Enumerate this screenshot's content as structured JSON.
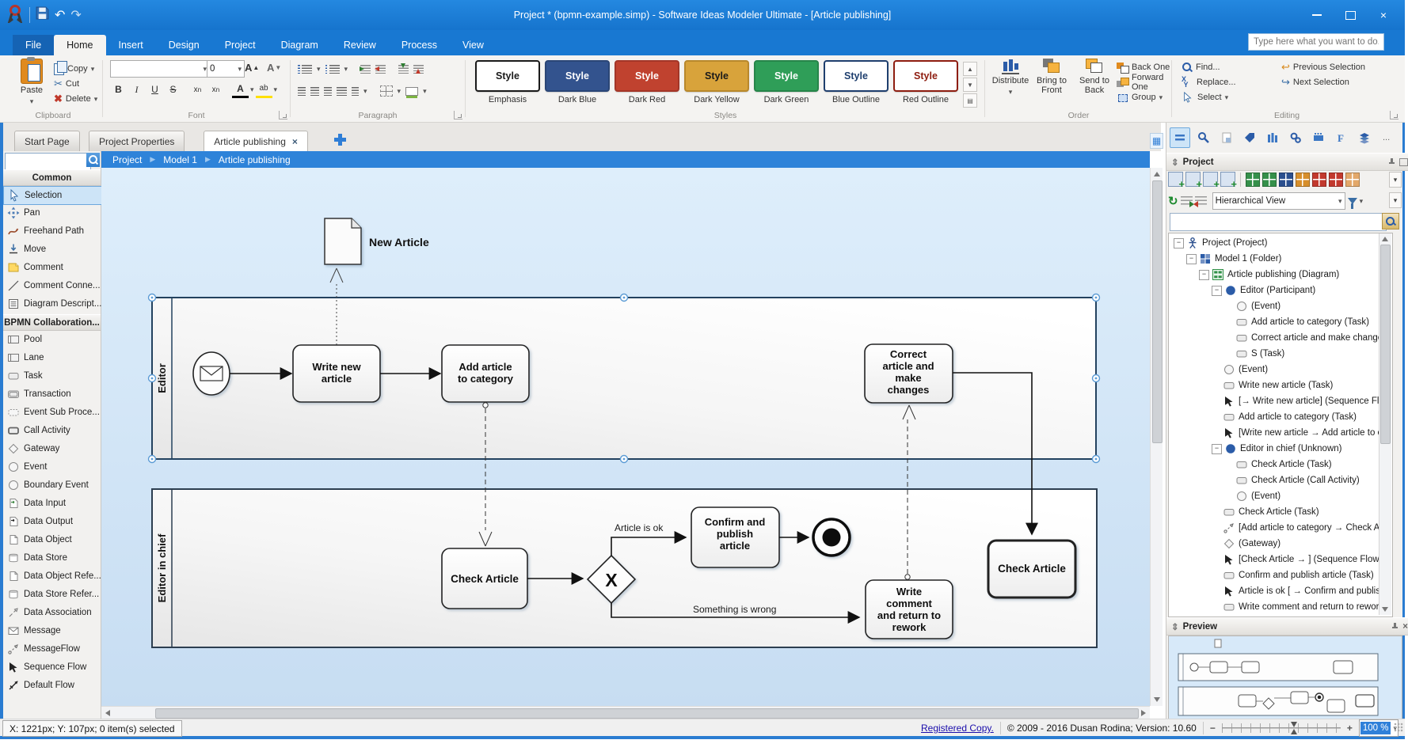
{
  "window": {
    "title": "Project * (bpmn-example.simp)  - Software Ideas Modeler Ultimate - [Article publishing]"
  },
  "menu": {
    "items": [
      "File",
      "Home",
      "Insert",
      "Design",
      "Project",
      "Diagram",
      "Review",
      "Process",
      "View"
    ],
    "active": "Home",
    "search_placeholder": "Type here what you want to do..."
  },
  "ribbon": {
    "clipboard": {
      "label": "Clipboard",
      "paste": "Paste",
      "copy": "Copy",
      "cut": "Cut",
      "delete": "Delete"
    },
    "font": {
      "label": "Font",
      "font_value": "",
      "size_value": "0",
      "bold": "B",
      "italic": "I",
      "underline": "U",
      "strike": "S",
      "subscript": "Xn",
      "superscript": "Xn",
      "font_color": "A",
      "grow": "A",
      "shrink": "A"
    },
    "paragraph": {
      "label": "Paragraph"
    },
    "styles": {
      "label": "Styles",
      "button_text": "Style",
      "items": [
        {
          "name": "Emphasis",
          "bg": "#ffffff",
          "border": "#1a1a1a",
          "color": "#1a1a1a"
        },
        {
          "name": "Dark Blue",
          "bg": "#33538e",
          "border": "#2b4676",
          "color": "#ffffff"
        },
        {
          "name": "Dark Red",
          "bg": "#c0422f",
          "border": "#a33628",
          "color": "#ffffff"
        },
        {
          "name": "Dark Yellow",
          "bg": "#d8a33b",
          "border": "#b8882c",
          "color": "#1a1a1a"
        },
        {
          "name": "Dark Green",
          "bg": "#2f9e58",
          "border": "#27854a",
          "color": "#ffffff"
        },
        {
          "name": "Blue Outline",
          "bg": "#ffffff",
          "border": "#1f3f6e",
          "color": "#1f3f6e"
        },
        {
          "name": "Red Outline",
          "bg": "#ffffff",
          "border": "#8e1d10",
          "color": "#8e1d10"
        }
      ]
    },
    "order": {
      "label": "Order",
      "distribute": "Distribute",
      "bring_to_front": "Bring to Front",
      "send_to_back": "Send to Back",
      "back_one": "Back One",
      "forward_one": "Forward One",
      "group": "Group"
    },
    "editing": {
      "label": "Editing",
      "find": "Find...",
      "replace": "Replace...",
      "select": "Select",
      "previous": "Previous Selection",
      "next": "Next Selection"
    }
  },
  "tabs": {
    "items": [
      "Start Page",
      "Project Properties",
      "Article publishing"
    ],
    "active": "Article publishing"
  },
  "breadcrumb": [
    "Project",
    "Model 1",
    "Article publishing"
  ],
  "toolbox": {
    "sections": [
      {
        "title": "Common",
        "items": [
          {
            "icon": "cursor",
            "label": "Selection",
            "selected": true
          },
          {
            "icon": "pan",
            "label": "Pan"
          },
          {
            "icon": "freehand",
            "label": "Freehand Path"
          },
          {
            "icon": "move",
            "label": "Move"
          },
          {
            "icon": "comment",
            "label": "Comment"
          },
          {
            "icon": "line",
            "label": "Comment Conne..."
          },
          {
            "icon": "doc-lines",
            "label": "Diagram Descript..."
          }
        ]
      },
      {
        "title": "BPMN Collaboration...",
        "items": [
          {
            "icon": "pool",
            "label": "Pool"
          },
          {
            "icon": "pool",
            "label": "Lane"
          },
          {
            "icon": "task",
            "label": "Task"
          },
          {
            "icon": "transaction",
            "label": "Transaction"
          },
          {
            "icon": "event-sub",
            "label": "Event Sub Proce..."
          },
          {
            "icon": "call-activity",
            "label": "Call Activity"
          },
          {
            "icon": "gateway",
            "label": "Gateway"
          },
          {
            "icon": "event",
            "label": "Event"
          },
          {
            "icon": "event",
            "label": "Boundary Event"
          },
          {
            "icon": "data-input",
            "label": "Data Input"
          },
          {
            "icon": "data-output",
            "label": "Data Output"
          },
          {
            "icon": "data-object",
            "label": "Data Object"
          },
          {
            "icon": "data-store",
            "label": "Data Store"
          },
          {
            "icon": "data-object",
            "label": "Data Object Refe..."
          },
          {
            "icon": "data-store",
            "label": "Data Store Refer..."
          },
          {
            "icon": "assoc",
            "label": "Data Association"
          },
          {
            "icon": "message",
            "label": "Message"
          },
          {
            "icon": "msgflow",
            "label": "MessageFlow"
          },
          {
            "icon": "seqflow",
            "label": "Sequence Flow"
          },
          {
            "icon": "defflow",
            "label": "Default Flow"
          }
        ]
      }
    ]
  },
  "diagram": {
    "data_object_label": "New Article",
    "lanes": {
      "editor": "Editor",
      "editor_in_chief": "Editor in chief"
    },
    "tasks": {
      "write_new_article": [
        "Write new",
        "article"
      ],
      "add_article_to_category": [
        "Add article",
        "to category"
      ],
      "correct_article": [
        "Correct",
        "article and",
        "make",
        "changes"
      ],
      "check_article_left": [
        "Check Article"
      ],
      "confirm_publish": [
        "Confirm and",
        "publish",
        "article"
      ],
      "write_comment": [
        "Write",
        "comment",
        "and return to",
        "rework"
      ],
      "check_article_right": [
        "Check Article"
      ]
    },
    "flow_labels": {
      "ok": "Article is ok",
      "wrong": "Something is wrong"
    },
    "gateway_symbol": "X"
  },
  "project_panel": {
    "title": "Project",
    "view_mode": "Hierarchical View",
    "diagram_type_colors": [
      "#35904a",
      "#35904a",
      "#2b4f8e",
      "#d78f2c",
      "#c2392e",
      "#c2392e",
      "#e3a86a"
    ],
    "tree": [
      {
        "i": 0,
        "e": true,
        "icon": "project",
        "label": "Project (Project)"
      },
      {
        "i": 1,
        "e": true,
        "icon": "folder",
        "label": "Model 1 (Folder)"
      },
      {
        "i": 2,
        "e": true,
        "icon": "diagram",
        "label": "Article publishing (Diagram)"
      },
      {
        "i": 3,
        "e": true,
        "icon": "participant",
        "label": "Editor (Participant)"
      },
      {
        "i": 4,
        "icon": "event",
        "label": "(Event)"
      },
      {
        "i": 4,
        "icon": "task",
        "label": "Add article to category (Task)"
      },
      {
        "i": 4,
        "icon": "task",
        "label": "Correct article and make changes (Task)"
      },
      {
        "i": 4,
        "icon": "task",
        "label": "S (Task)"
      },
      {
        "i": 3,
        "icon": "event",
        "label": "(Event)"
      },
      {
        "i": 3,
        "icon": "task",
        "label": "Write new article (Task)"
      },
      {
        "i": 3,
        "icon": "seqflow",
        "label": "[→ Write new article] (Sequence Flow)"
      },
      {
        "i": 3,
        "icon": "task",
        "label": "Add article to category (Task)"
      },
      {
        "i": 3,
        "icon": "seqflow",
        "label": "[Write new article → Add article to category]"
      },
      {
        "i": 3,
        "e": true,
        "icon": "participant",
        "label": "Editor in chief (Unknown)"
      },
      {
        "i": 4,
        "icon": "task",
        "label": "Check Article (Task)"
      },
      {
        "i": 4,
        "icon": "task",
        "label": "Check Article (Call Activity)"
      },
      {
        "i": 4,
        "icon": "event",
        "label": "(Event)"
      },
      {
        "i": 3,
        "icon": "task",
        "label": "Check Article (Task)"
      },
      {
        "i": 3,
        "icon": "msgflow",
        "label": "[Add article to category → Check Article]"
      },
      {
        "i": 3,
        "icon": "gateway",
        "label": "(Gateway)"
      },
      {
        "i": 3,
        "icon": "seqflow",
        "label": "[Check Article → ] (Sequence Flow)"
      },
      {
        "i": 3,
        "icon": "task",
        "label": "Confirm and publish article (Task)"
      },
      {
        "i": 3,
        "icon": "seqflow",
        "label": "Article is ok [ → Confirm and publish article]"
      },
      {
        "i": 3,
        "icon": "task",
        "label": "Write comment and return to rework (Task)"
      }
    ]
  },
  "preview_panel": {
    "title": "Preview"
  },
  "status_bar": {
    "position": "X: 1221px; Y: 107px; 0 item(s) selected",
    "registered": "Registered Copy.",
    "copyright": "© 2009 - 2016 Dusan Rodina; Version: 10.60",
    "zoom": "100 %"
  }
}
